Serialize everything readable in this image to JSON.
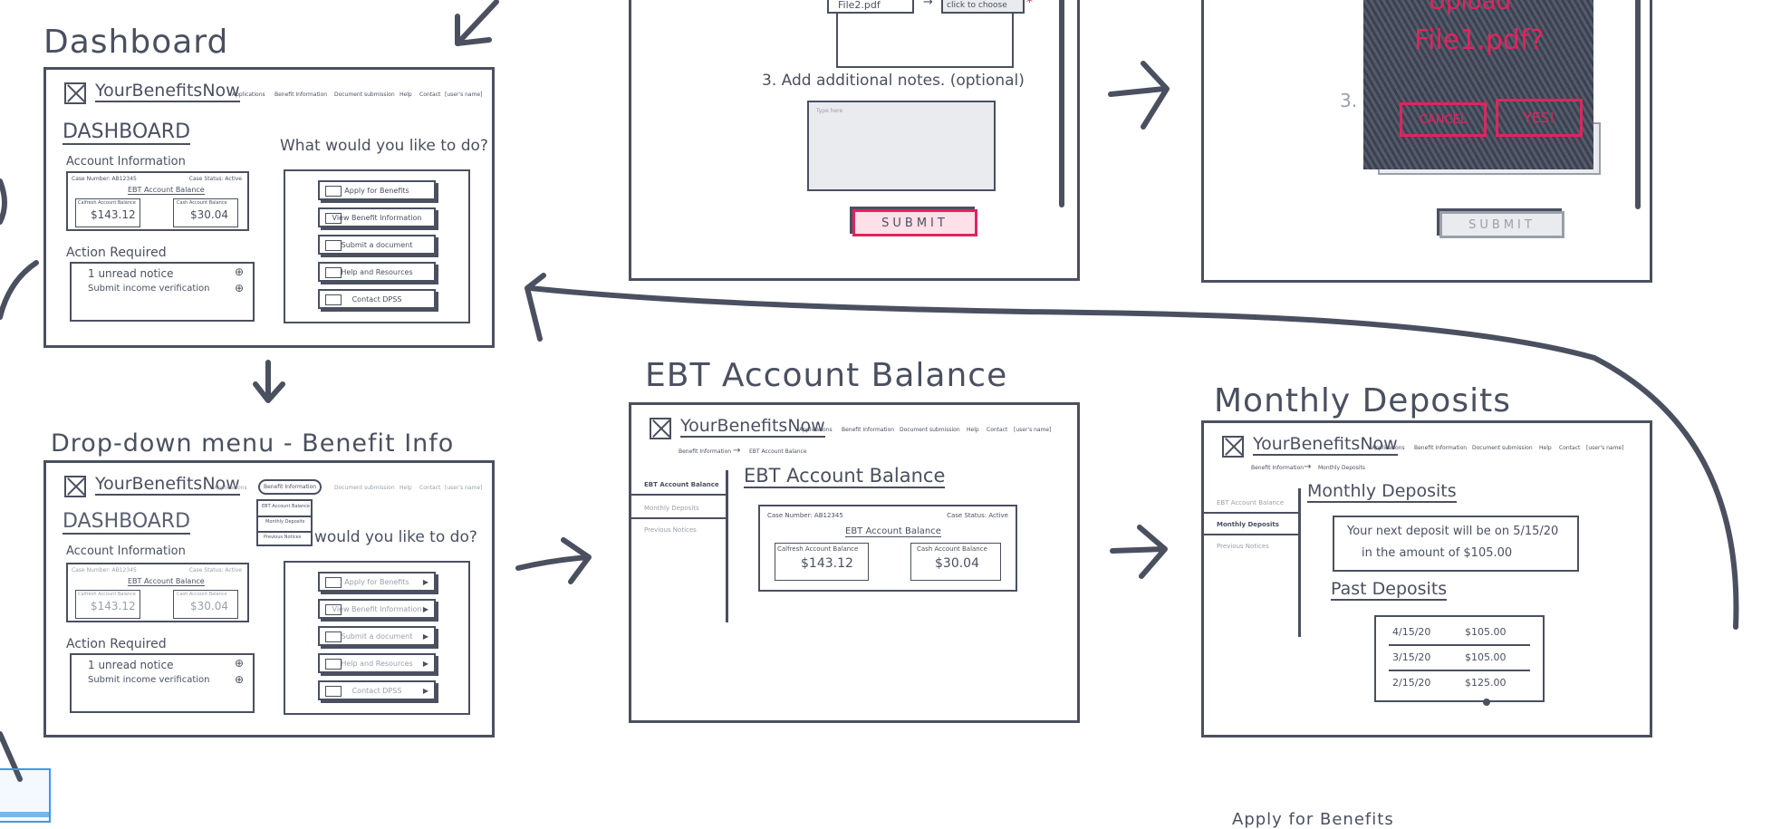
{
  "frames": {
    "dashboard": {
      "title": "Dashboard",
      "brand": "YourBenefitsNow",
      "nav": [
        "Applications",
        "Benefit Information",
        "Document submission",
        "Help",
        "Contact",
        "[user's name]"
      ],
      "heading": "DASHBOARD",
      "account_info": "Account Information",
      "case_number": "Case Number: AB12345",
      "case_status": "Case Status: Active",
      "ebt_label": "EBT Account Balance",
      "calfresh_label": "Calfresh Account Balance",
      "calfresh_value": "$143.12",
      "cash_label": "Cash Account Balance",
      "cash_value": "$30.04",
      "action_required": "Action Required",
      "notice": "1 unread notice",
      "verification": "Submit income verification",
      "question": "What would you like to do?",
      "icon_note": "icon",
      "buttons": [
        "Apply for Benefits",
        "View Benefit Information",
        "Submit a document",
        "Help and Resources",
        "Contact DPSS"
      ]
    },
    "dropdown": {
      "title": "Drop-down menu - Benefit Info",
      "menu_items": [
        "EBT Account Balance",
        "Monthly Deposits",
        "Previous Notices"
      ]
    },
    "ebt": {
      "title": "EBT Account Balance",
      "breadcrumb_1": "Benefit Information",
      "breadcrumb_2": "EBT Account Balance",
      "side": [
        "EBT Account Balance",
        "Monthly Deposits",
        "Previous Notices"
      ],
      "heading": "EBT Account Balance",
      "case_number": "Case Number: AB12345",
      "case_status": "Case Status: Active",
      "box_title": "EBT Account Balance",
      "calfresh_label": "Calfresh Account Balance",
      "calfresh_value": "$143.12",
      "cash_label": "Cash Account Balance",
      "cash_value": "$30.04"
    },
    "deposits": {
      "title": "Monthly Deposits",
      "breadcrumb_1": "Benefit Information",
      "breadcrumb_2": "Monthly Deposits",
      "side": [
        "EBT Account Balance",
        "Monthly Deposits",
        "Previous Notices"
      ],
      "heading": "Monthly Deposits",
      "next_line1": "Your next deposit will be on 5/15/20",
      "next_line2": "in the amount of $105.00",
      "past": "Past Deposits",
      "rows": [
        {
          "date": "4/15/20",
          "amount": "$105.00"
        },
        {
          "date": "3/15/20",
          "amount": "$105.00"
        },
        {
          "date": "2/15/20",
          "amount": "$125.00"
        }
      ]
    },
    "submit": {
      "file_name": "File2.pdf",
      "choose": "click to choose",
      "step3": "3. Add additional notes. (optional)",
      "notes_placeholder": "Type here",
      "submit": "SUBMIT"
    },
    "confirm": {
      "question_1": "Upload",
      "question_2": "File1.pdf?",
      "cancel": "CANCEL",
      "yes": "YES!",
      "step3": "3.",
      "submit": "SUBMIT"
    }
  },
  "bottom_labels": [
    "Apply for Benefits"
  ],
  "colors": {
    "ink": "#4a5060",
    "accent": "#e0245e",
    "muted": "#9aa0aa",
    "panel": "#e9ebef"
  }
}
